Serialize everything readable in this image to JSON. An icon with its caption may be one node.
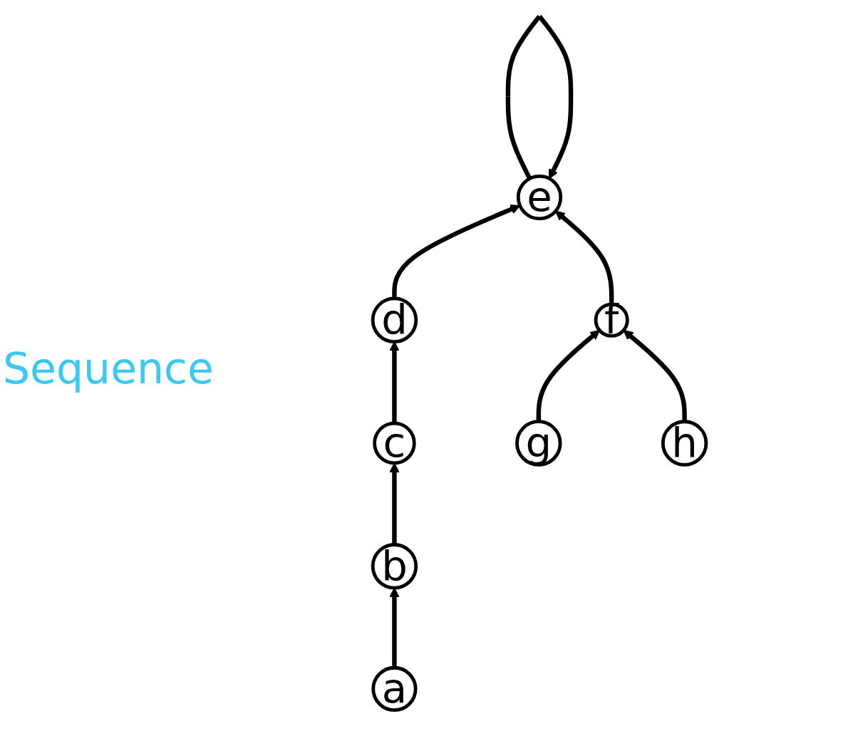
{
  "diagram": {
    "nodes": [
      {
        "text": [
          "e"
        ]
      },
      {
        "text": [
          "d"
        ]
      },
      {
        "text": [
          "f"
        ]
      },
      {
        "text": [
          "c"
        ]
      },
      {
        "text": [
          "g"
        ]
      },
      {
        "text": [
          "h"
        ]
      },
      {
        "text": [
          "b"
        ]
      },
      {
        "text": [
          "a"
        ]
      }
    ],
    "edges": [
      {
        "from": 7,
        "to": 6,
        "arrow": "to"
      },
      {
        "from": 6,
        "to": 3,
        "arrow": "to"
      },
      {
        "from": 3,
        "to": 1,
        "arrow": "to"
      },
      {
        "from": 1,
        "to": 0,
        "arrow": "to"
      },
      {
        "from": 0,
        "to": 0,
        "arrow": "to"
      },
      {
        "from": 2,
        "to": 0,
        "arrow": "to"
      },
      {
        "from": 4,
        "to": 2,
        "arrow": "to"
      },
      {
        "from": 5,
        "to": 2,
        "arrow": "to"
      }
    ],
    "labels": [
      "Sequence"
    ]
  }
}
